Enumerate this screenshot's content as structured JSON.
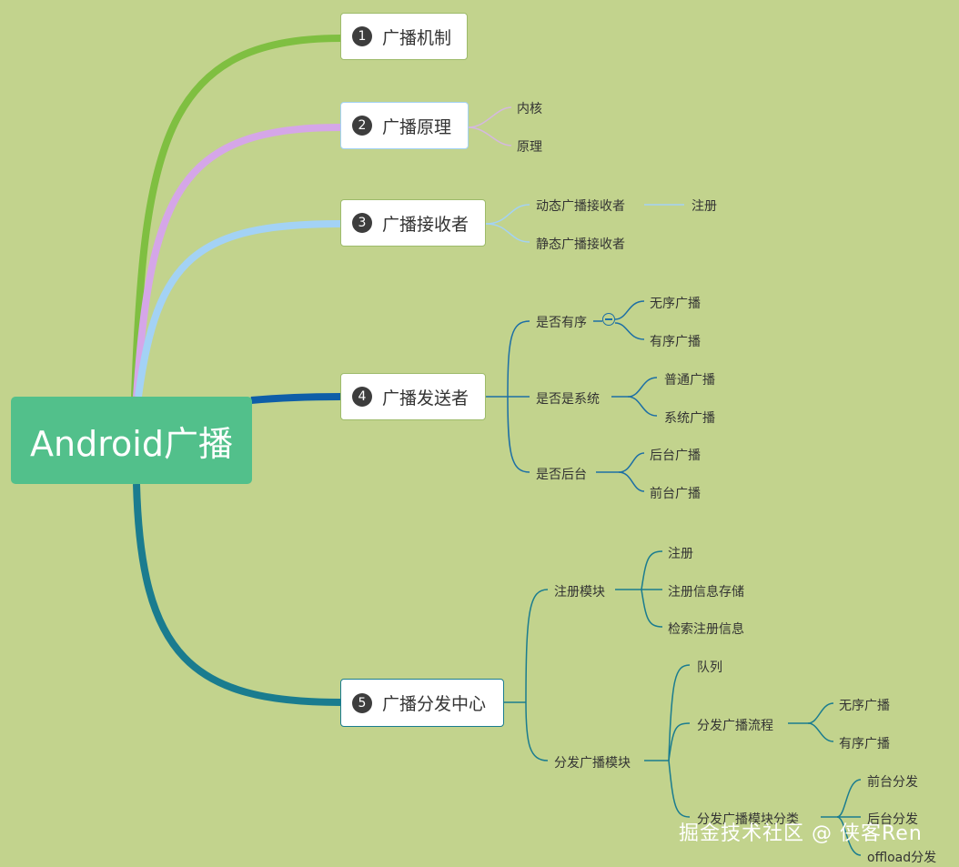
{
  "root": {
    "label": "Android广播"
  },
  "branches": [
    {
      "num": "1",
      "label": "广播机制",
      "color": "#7fbf41"
    },
    {
      "num": "2",
      "label": "广播原理",
      "color": "#d5a6e8",
      "children": [
        "内核",
        "原理"
      ]
    },
    {
      "num": "3",
      "label": "广播接收者",
      "color": "#a3d2f5",
      "children": [
        "动态广播接收者",
        "注册",
        "静态广播接收者"
      ]
    },
    {
      "num": "4",
      "label": "广播发送者",
      "color": "#0e5ea8",
      "children": [
        "是否有序",
        "无序广播",
        "有序广播",
        "是否是系统",
        "普通广播",
        "系统广播",
        "是否后台",
        "后台广播",
        "前台广播"
      ]
    },
    {
      "num": "5",
      "label": "广播分发中心",
      "color": "#1a7c8f",
      "children": [
        "注册模块",
        "注册",
        "注册信息存储",
        "检索注册信息",
        "分发广播模块",
        "队列",
        "分发广播流程",
        "无序广播",
        "有序广播",
        "分发广播模块分类",
        "前台分发",
        "后台分发",
        "offload分发"
      ]
    }
  ],
  "watermark": "掘金技术社区 @ 侠客Ren"
}
